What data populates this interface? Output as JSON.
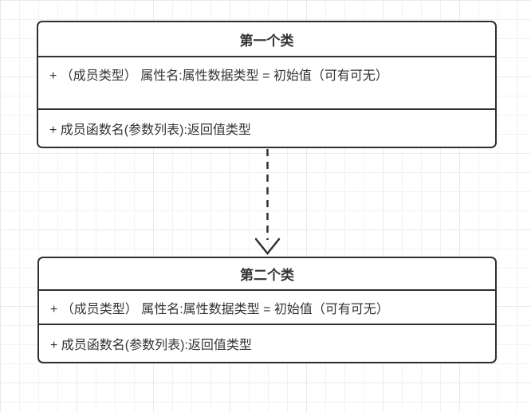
{
  "diagram": {
    "type": "uml-class-diagram",
    "classes": [
      {
        "title": "第一个类",
        "attributes_row": "+ （成员类型） 属性名:属性数据类型 = 初始值（可有可无）",
        "methods_row": "+ 成员函数名(参数列表):返回值类型"
      },
      {
        "title": "第二个类",
        "attributes_row": "+ （成员类型） 属性名:属性数据类型 = 初始值（可有可无）",
        "methods_row": "+ 成员函数名(参数列表):返回值类型"
      }
    ],
    "connector": {
      "type": "dependency",
      "style": "dashed",
      "direction": "down",
      "from": "第一个类",
      "to": "第二个类",
      "color": "#333333"
    }
  },
  "colors": {
    "box_border": "#2f2f2f",
    "text": "#333333",
    "box_background": "#ffffff",
    "canvas_background": "#ffffff",
    "grid_line_minor": "#f2f2f2",
    "grid_line_major": "#e9e9e9"
  }
}
